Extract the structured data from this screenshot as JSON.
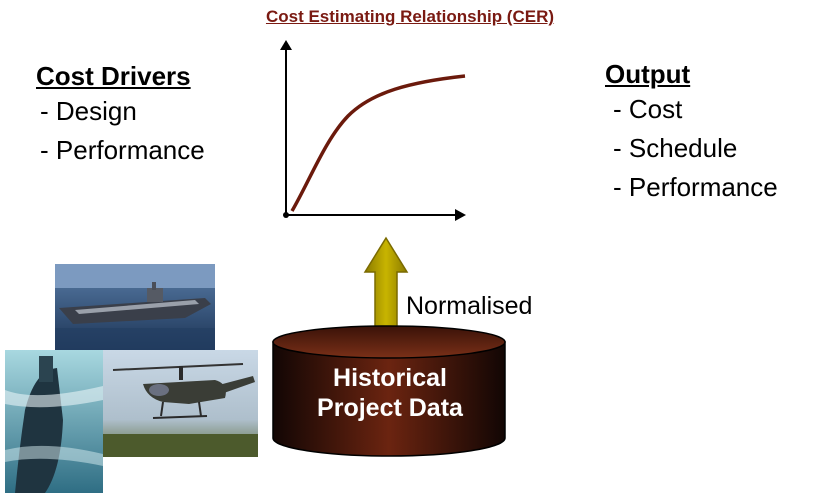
{
  "title": "Cost Estimating Relationship (CER)",
  "drivers": {
    "heading": "Cost Drivers",
    "items": [
      "Design",
      "Performance"
    ]
  },
  "output": {
    "heading": "Output",
    "items": [
      "Cost",
      "Schedule",
      "Performance"
    ]
  },
  "arrow_label": "Normalised",
  "database": {
    "line1": "Historical",
    "line2": "Project Data"
  },
  "colors": {
    "title": "#7a1a12",
    "curve": "#6b1a0c",
    "arrow": "#b8a400",
    "db_dark": "#2a0e08",
    "db_mid": "#6b2410"
  },
  "images": [
    "aircraft-carrier-photo",
    "submarine-photo",
    "attack-helicopter-photo"
  ]
}
